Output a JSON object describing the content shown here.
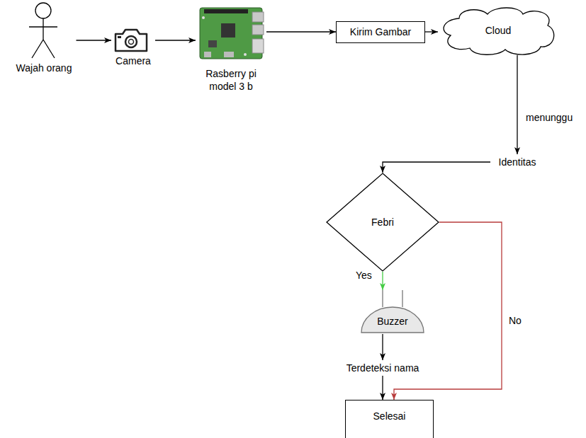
{
  "diagram": {
    "nodes": [
      {
        "text": [
          "Wajah orang"
        ]
      },
      {
        "text": [
          "Camera"
        ]
      },
      {
        "text": [
          "Rasberry pi model 3 b"
        ]
      },
      {
        "text": [
          "Kirim Gambar"
        ]
      },
      {
        "text": [
          "Cloud"
        ]
      },
      {
        "text": [
          "Identitas"
        ]
      },
      {
        "text": [
          "Febri"
        ]
      },
      {
        "text": [
          "Buzzer"
        ]
      },
      {
        "text": [
          "Terdeteksi nama"
        ]
      },
      {
        "text": [
          "Selesai"
        ]
      }
    ],
    "edges": [
      {
        "from": 0,
        "to": 1,
        "arrow": "to"
      },
      {
        "from": 1,
        "to": 2,
        "arrow": "to"
      },
      {
        "from": 2,
        "to": 3,
        "arrow": "to"
      },
      {
        "from": 3,
        "to": 4,
        "arrow": "to"
      },
      {
        "from": 4,
        "to": 5,
        "label": "menunggu",
        "arrow": "to"
      },
      {
        "from": 5,
        "to": 6,
        "arrow": "to"
      },
      {
        "from": 6,
        "to": 7,
        "label": "Yes",
        "arrow": "to"
      },
      {
        "from": 7,
        "to": 8,
        "arrow": "to"
      },
      {
        "from": 8,
        "to": 9,
        "arrow": "to"
      },
      {
        "from": 6,
        "to": 9,
        "label": "No",
        "arrow": "to"
      }
    ]
  }
}
